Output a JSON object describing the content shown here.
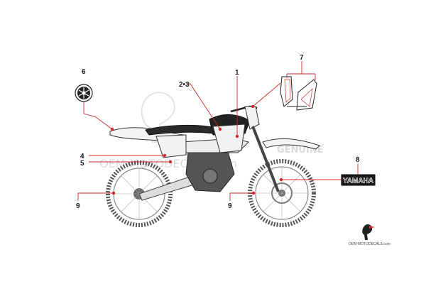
{
  "callouts": {
    "c1": "1",
    "c23": "2•3",
    "c4": "4",
    "c5": "5",
    "c6": "6",
    "c7": "7",
    "c8": "8",
    "c9a": "9",
    "c9b": "9"
  },
  "decal_8_text": "YAMAHA",
  "watermark": {
    "line1": "OEM-MOTODECALS.com",
    "genuine": "GENUINE"
  },
  "footer_brand": "OEM-MOTODECALS.com",
  "colors": {
    "lead": "#cc2a2a",
    "outline": "#333333",
    "watermark": "#d8d8d8"
  }
}
